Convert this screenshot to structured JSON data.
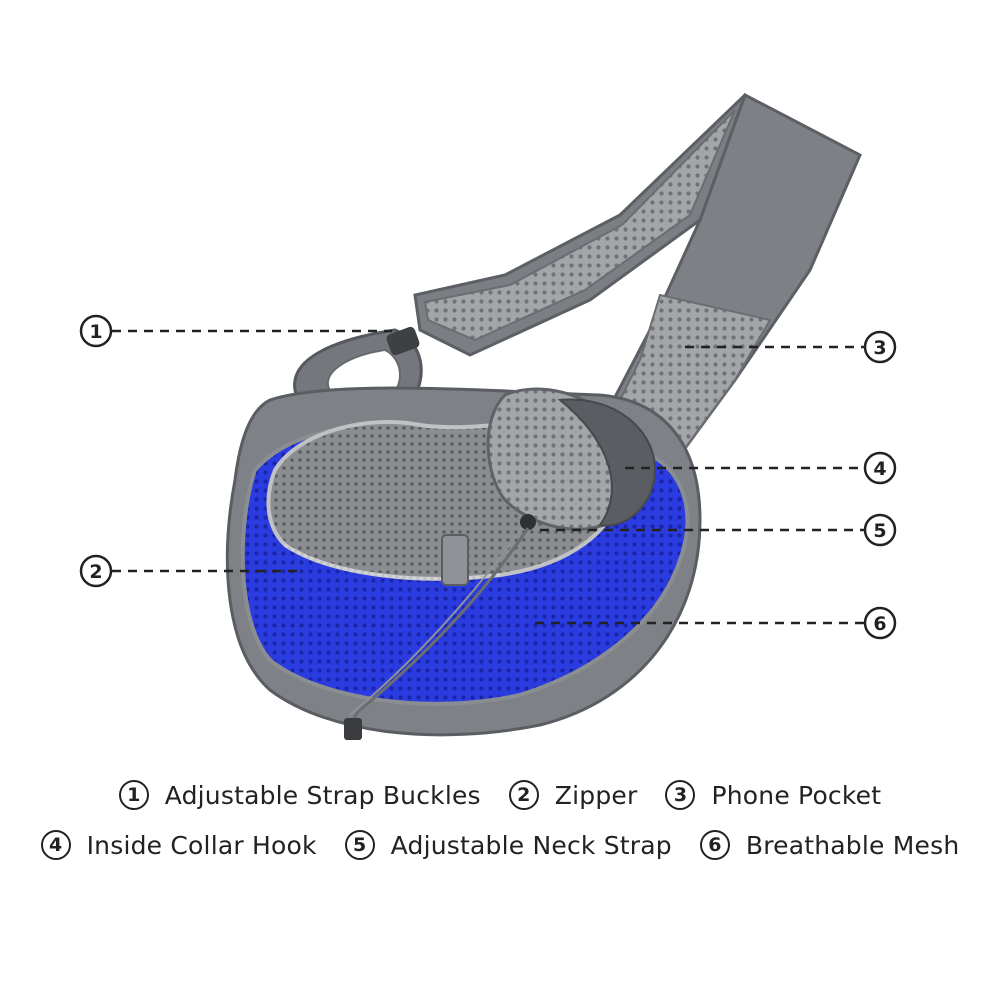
{
  "callouts": [
    {
      "num": "1",
      "label": "Adjustable Strap Buckles"
    },
    {
      "num": "2",
      "label": "Zipper"
    },
    {
      "num": "3",
      "label": "Phone Pocket"
    },
    {
      "num": "4",
      "label": "Inside Collar Hook"
    },
    {
      "num": "5",
      "label": "Adjustable Neck Strap"
    },
    {
      "num": "6",
      "label": "Breathable Mesh"
    }
  ],
  "colors": {
    "body_gray": "#7b7e83",
    "dark_gray": "#4f5257",
    "mesh_gray": "#9a9ca0",
    "mesh_blue": "#2233d6",
    "outline": "#222222"
  },
  "icons": [
    "pet-sling-carrier-illustration",
    "circled-number-icon"
  ]
}
